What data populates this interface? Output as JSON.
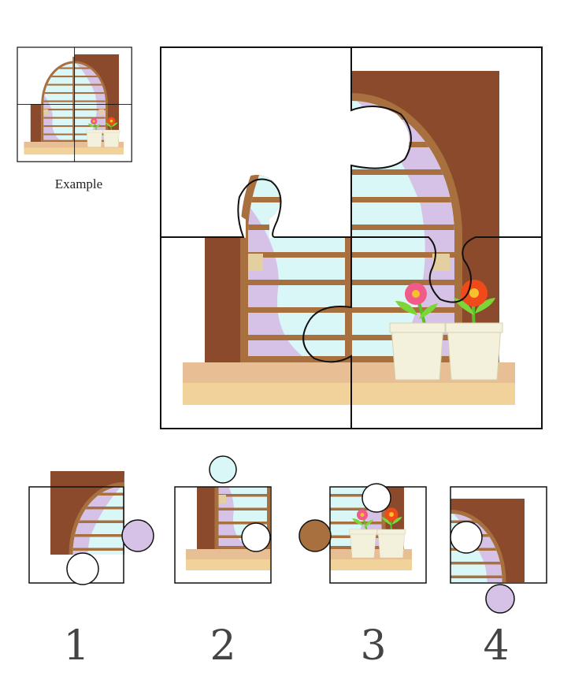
{
  "example_label": "Example",
  "options": [
    {
      "number": "1"
    },
    {
      "number": "2"
    },
    {
      "number": "3"
    },
    {
      "number": "4"
    }
  ],
  "colors": {
    "wall": "#8B4A2B",
    "frame": "#A8703F",
    "glass": "#D9F7F7",
    "curtain": "#D6C2E6",
    "sill_top": "#E8BE95",
    "sill_front": "#F0D29A",
    "pot": "#F3F0DC",
    "outline": "#111111"
  }
}
